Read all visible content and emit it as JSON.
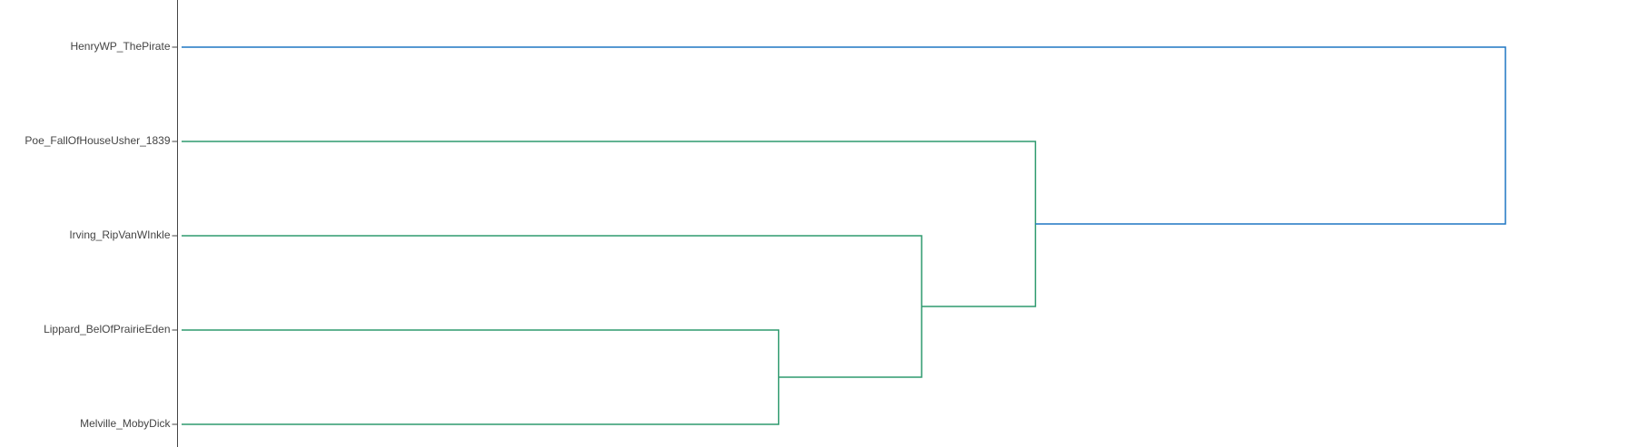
{
  "chart_data": {
    "type": "dendrogram",
    "orientation": "horizontal",
    "leaves": [
      "HenryWP_ThePirate",
      "Poe_FallOfHouseUsher_1839",
      "Irving_RipVanWInkle",
      "Lippard_BelOfPrairieEden",
      "Melville_MobyDick"
    ],
    "merges": [
      {
        "left": "Lippard_BelOfPrairieEden",
        "right": "Melville_MobyDick",
        "height": 0.451,
        "color": "#2e9a6e"
      },
      {
        "left": "Irving_RipVanWInkle",
        "right": "cluster-1",
        "height": 0.559,
        "color": "#2e9a6e"
      },
      {
        "left": "Poe_FallOfHouseUsher_1839",
        "right": "cluster-2",
        "height": 0.645,
        "color": "#2e9a6e"
      },
      {
        "left": "HenryWP_ThePirate",
        "right": "cluster-3",
        "height": 1.0,
        "color": "#1f77c4"
      }
    ],
    "colors": {
      "cluster": "#2e9a6e",
      "root": "#1f77c4",
      "axis": "#444444"
    }
  }
}
